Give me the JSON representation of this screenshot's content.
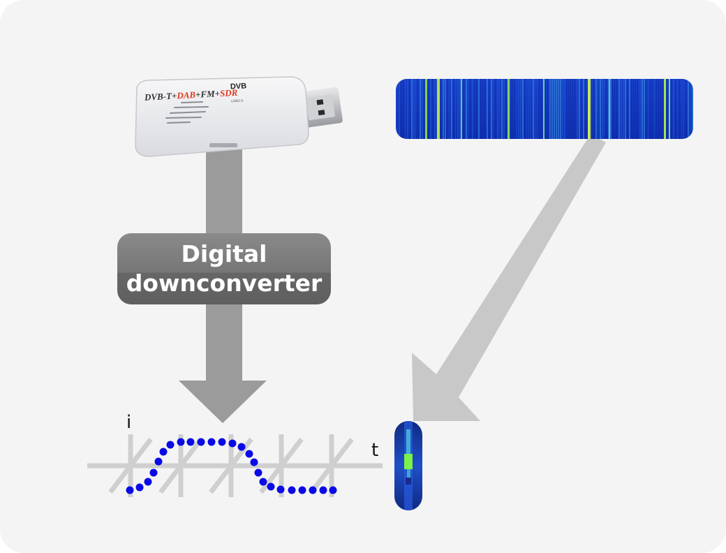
{
  "dongle": {
    "label_dvbt": "DVB-T+",
    "label_dab": "DAB",
    "label_fm": "+FM+",
    "label_sdr": "SDR",
    "logo_text": "DVB",
    "usb_text": "USB2.0"
  },
  "process": {
    "line1": "Digital",
    "line2": "downconverter"
  },
  "signal": {
    "i_label": "i",
    "t_label": "t",
    "dot_color": "#0a0ae6"
  },
  "colors": {
    "background": "#f4f4f4",
    "arrow": "#9b9b9b",
    "arrow_diagonal": "#c8c8c8",
    "box": "#6e6e6e",
    "waterfall_base": "#1a3fd0"
  }
}
